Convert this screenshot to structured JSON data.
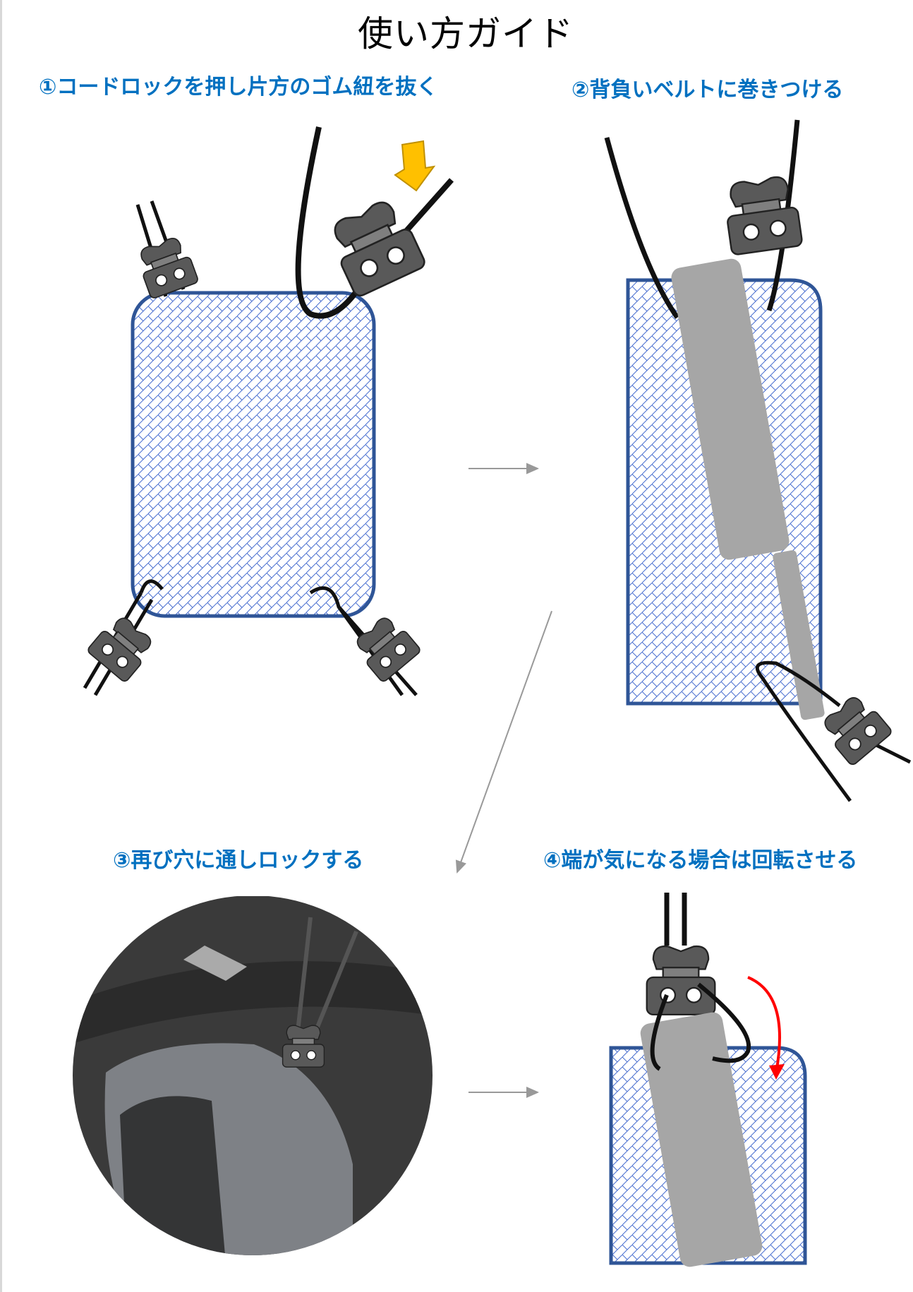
{
  "title": "使い方ガイド",
  "steps": [
    {
      "label": "①コードロックを押し片方のゴム紐を抜く"
    },
    {
      "label": "②背負いベルトに巻きつける"
    },
    {
      "label": "③再び穴に通しロックする"
    },
    {
      "label": "④端が気になる場合は回転させる"
    }
  ],
  "colors": {
    "accent": "#0070c0",
    "panel_border": "#2f5597",
    "mesh": "#4a6fd0",
    "belt": "#a6a6a6",
    "lock": "#595959",
    "press_arrow": "#ffc000",
    "rotate_arrow": "#ff0000"
  }
}
